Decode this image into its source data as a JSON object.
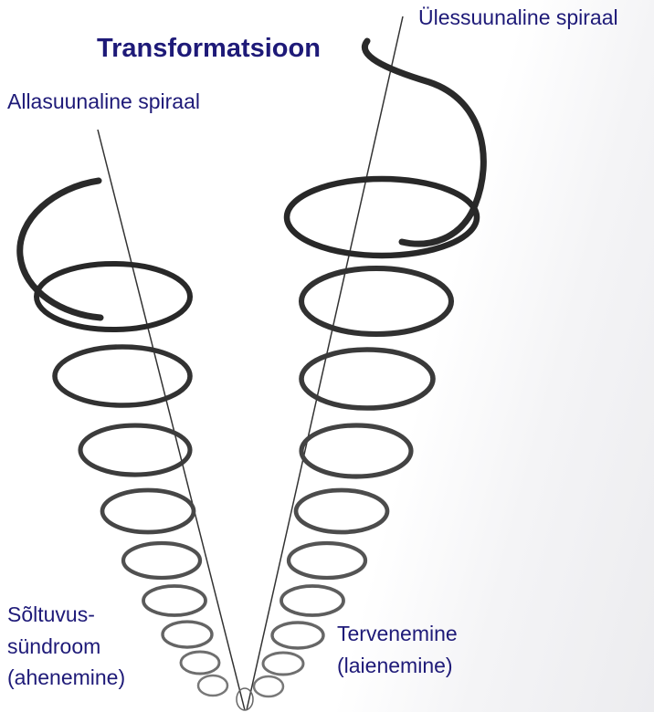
{
  "title": "Transformatsioon",
  "labels": {
    "upward_spiral": "Ülessuunaline spiraal",
    "downward_spiral": "Allasuunaline spiraal",
    "addiction_line1": "Sõltuvus-",
    "addiction_line2": "sündroom",
    "addiction_line3": "(ahenemine)",
    "recovery_line1": "Tervenemine",
    "recovery_line2": "(laienemine)"
  },
  "colors": {
    "text": "#1e1a78",
    "spiral_dark": "#2a2a2a",
    "spiral_light": "#8a8a8a",
    "axis": "#333333"
  }
}
